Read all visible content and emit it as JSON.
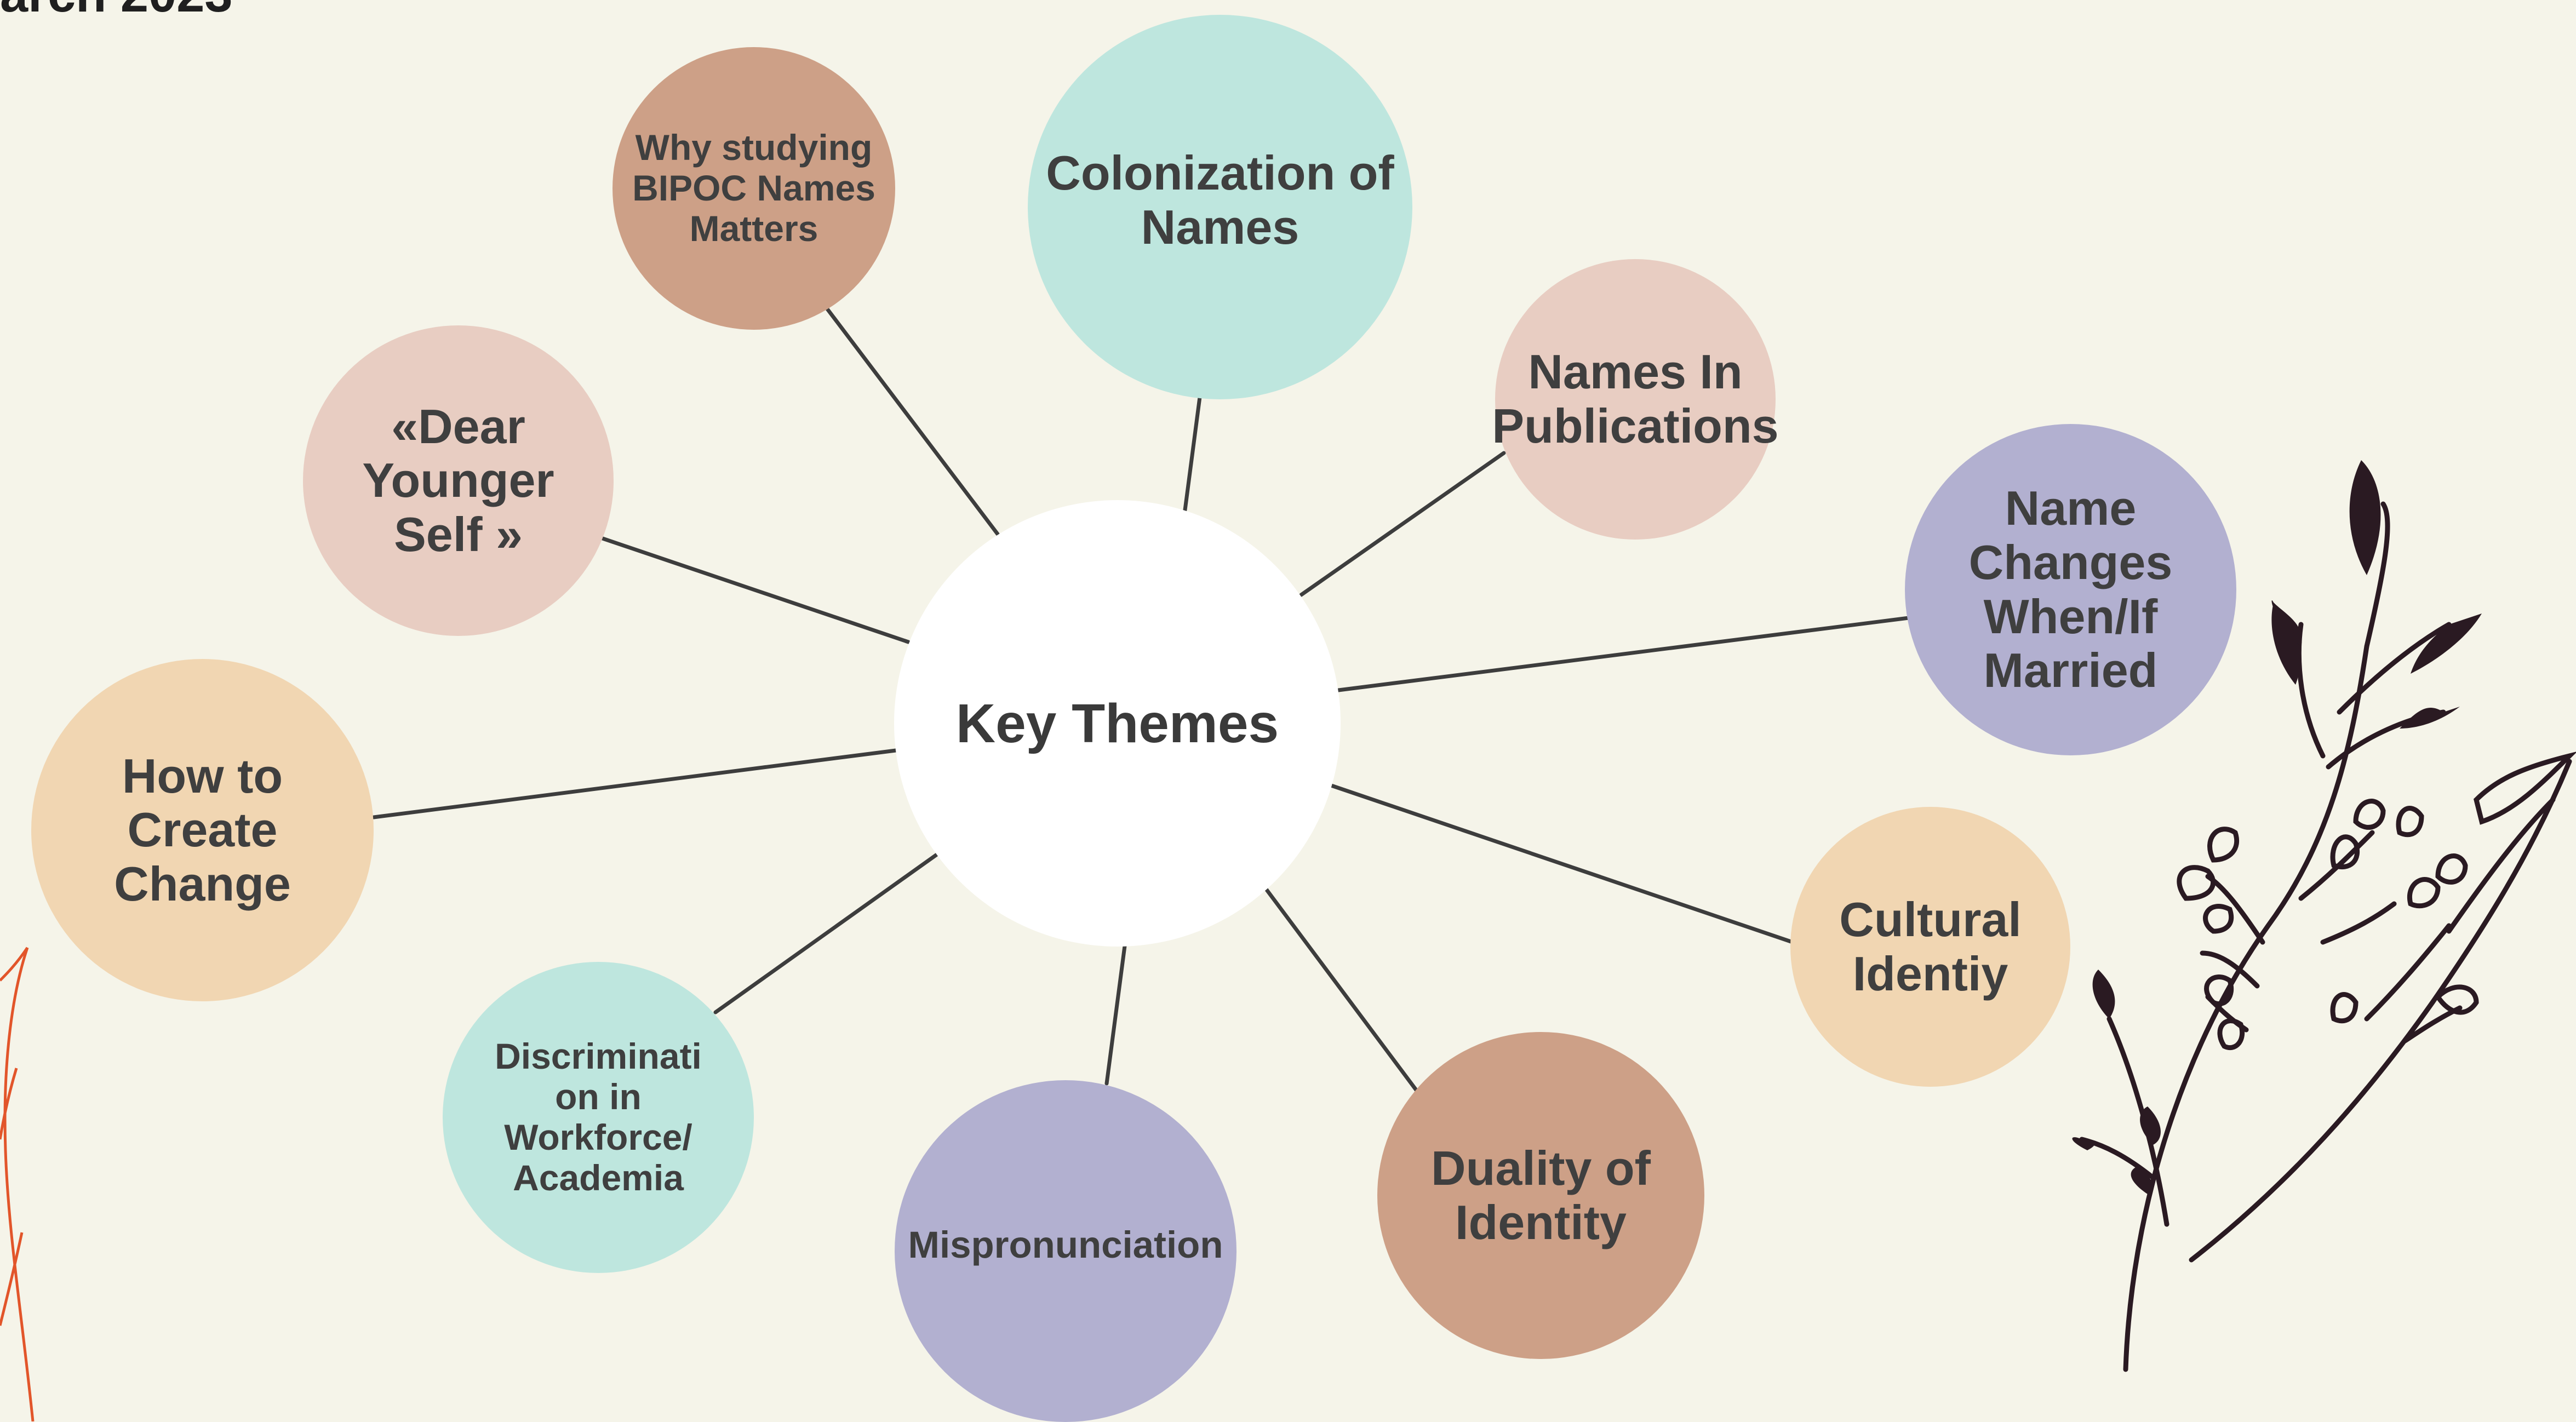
{
  "title_fragment": "arch 2023",
  "colors": {
    "background": "#f5f4e9",
    "line": "#3d3d3d",
    "mint": "#bee6de",
    "rose": "#e8cdc2",
    "tan": "#cda087",
    "peach": "#f1d6b2",
    "lavender": "#b2b0d0",
    "white": "#ffffff",
    "branch_dark": "#2a1a22",
    "branch_orange": "#e2552a"
  },
  "center": {
    "label": "Key Themes"
  },
  "themes": [
    {
      "id": "why-studying",
      "label": "Why studying\nBIPOC Names\nMatters",
      "color": "tan"
    },
    {
      "id": "colonization",
      "label": "Colonization of\nNames",
      "color": "mint"
    },
    {
      "id": "publications",
      "label": "Names In\nPublications",
      "color": "rose"
    },
    {
      "id": "name-changes",
      "label": "Name\nChanges\nWhen/If\nMarried",
      "color": "lavender"
    },
    {
      "id": "cultural",
      "label": "Cultural\nIdentiy",
      "color": "peach"
    },
    {
      "id": "duality",
      "label": "Duality of\nIdentity",
      "color": "tan"
    },
    {
      "id": "mispronunciation",
      "label": "Mispronunciation",
      "color": "lavender"
    },
    {
      "id": "discrimination",
      "label": "Discriminati\non in\nWorkforce/\nAcademia",
      "color": "mint"
    },
    {
      "id": "create-change",
      "label": "How to\nCreate\nChange",
      "color": "peach"
    },
    {
      "id": "dear-younger",
      "label": "«Dear Younger\nSelf »",
      "color": "rose"
    }
  ],
  "decorations": [
    {
      "name": "leaf-branch-right",
      "icon": "branch-icon"
    },
    {
      "name": "leaf-branch-left",
      "icon": "branch-outline-icon"
    }
  ]
}
